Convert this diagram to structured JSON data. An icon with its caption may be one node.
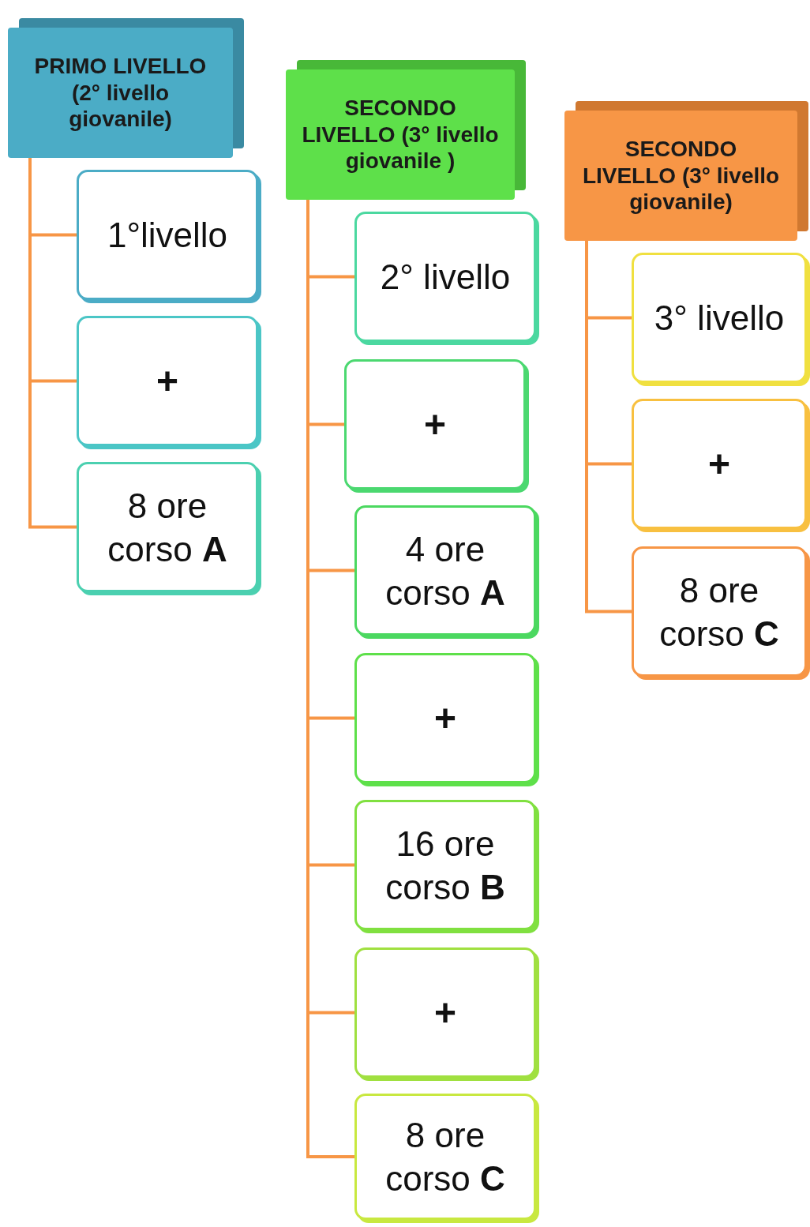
{
  "diagram": {
    "nodes": [
      {
        "text": [
          "PRIMO LIVELLO (2° livello giovanile)"
        ]
      },
      {
        "text": [
          "1°livello"
        ]
      },
      {
        "text": [
          "+"
        ]
      },
      {
        "text": [
          "8 ore corso **A**"
        ]
      },
      {
        "text": [
          "SECONDO LIVELLO (3° livello giovanile )"
        ]
      },
      {
        "text": [
          "2° livello"
        ]
      },
      {
        "text": [
          "+"
        ]
      },
      {
        "text": [
          "4 ore corso **A**"
        ]
      },
      {
        "text": [
          "+"
        ]
      },
      {
        "text": [
          "16 ore corso **B**"
        ]
      },
      {
        "text": [
          "+"
        ]
      },
      {
        "text": [
          "8 ore corso **C**"
        ]
      },
      {
        "text": [
          "SECONDO LIVELLO (3° livello giovanile)"
        ]
      },
      {
        "text": [
          "3° livello"
        ]
      },
      {
        "text": [
          "+"
        ]
      },
      {
        "text": [
          "8 ore corso **C**"
        ]
      }
    ],
    "edges": [
      {
        "from": 0,
        "to": 1,
        "arrow": "none"
      },
      {
        "from": 0,
        "to": 2,
        "arrow": "none"
      },
      {
        "from": 0,
        "to": 3,
        "arrow": "none"
      },
      {
        "from": 4,
        "to": 5,
        "arrow": "none"
      },
      {
        "from": 4,
        "to": 6,
        "arrow": "none"
      },
      {
        "from": 4,
        "to": 7,
        "arrow": "none"
      },
      {
        "from": 4,
        "to": 8,
        "arrow": "none"
      },
      {
        "from": 4,
        "to": 9,
        "arrow": "none"
      },
      {
        "from": 4,
        "to": 10,
        "arrow": "none"
      },
      {
        "from": 4,
        "to": 11,
        "arrow": "none"
      },
      {
        "from": 12,
        "to": 13,
        "arrow": "none"
      },
      {
        "from": 12,
        "to": 14,
        "arrow": "none"
      },
      {
        "from": 12,
        "to": 15,
        "arrow": "none"
      }
    ]
  }
}
